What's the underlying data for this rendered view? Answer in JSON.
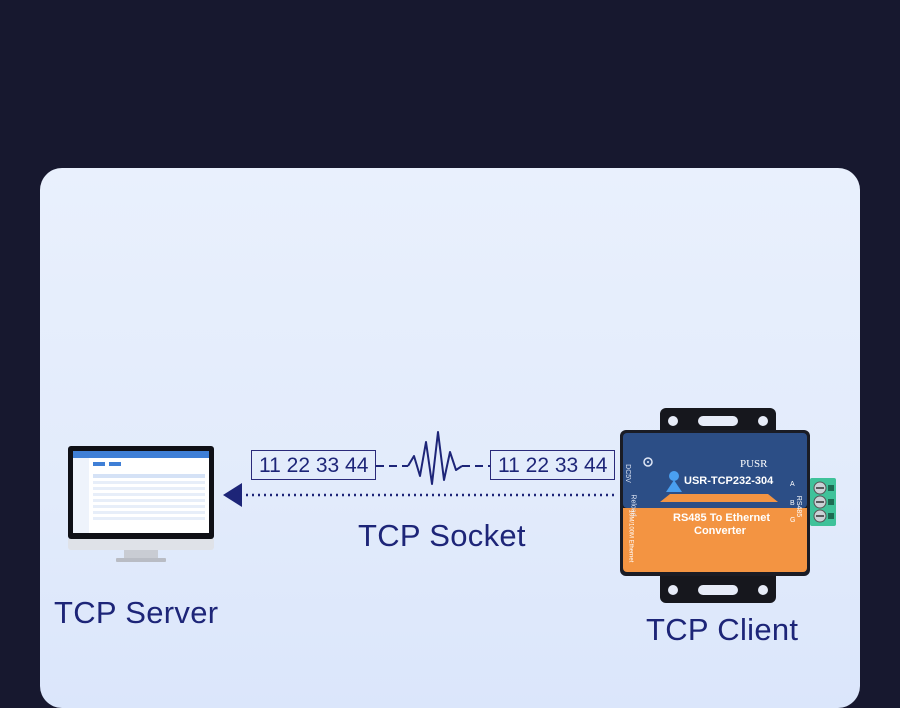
{
  "server": {
    "label": "TCP Server"
  },
  "client": {
    "label": "TCP Client"
  },
  "link": {
    "label": "TCP Socket",
    "packet_left": "11 22 33 44",
    "packet_right": "11 22 33 44"
  },
  "device": {
    "brand": "PUSR",
    "model": "USR-TCP232-304",
    "title_line1": "RS485 To Ethernet",
    "title_line2": "Converter",
    "port_dc": "DC5V",
    "port_reload": "Reload",
    "port_ethernet": "10M/100M Ethernet",
    "port_rs485": "RS485",
    "pin_a": "A",
    "pin_b": "B",
    "pin_g": "G"
  },
  "colors": {
    "background": "#17182f",
    "text": "#1d2578",
    "device_blue": "#2c4e86",
    "device_orange": "#f39442",
    "terminal_green": "#3fc29a"
  }
}
